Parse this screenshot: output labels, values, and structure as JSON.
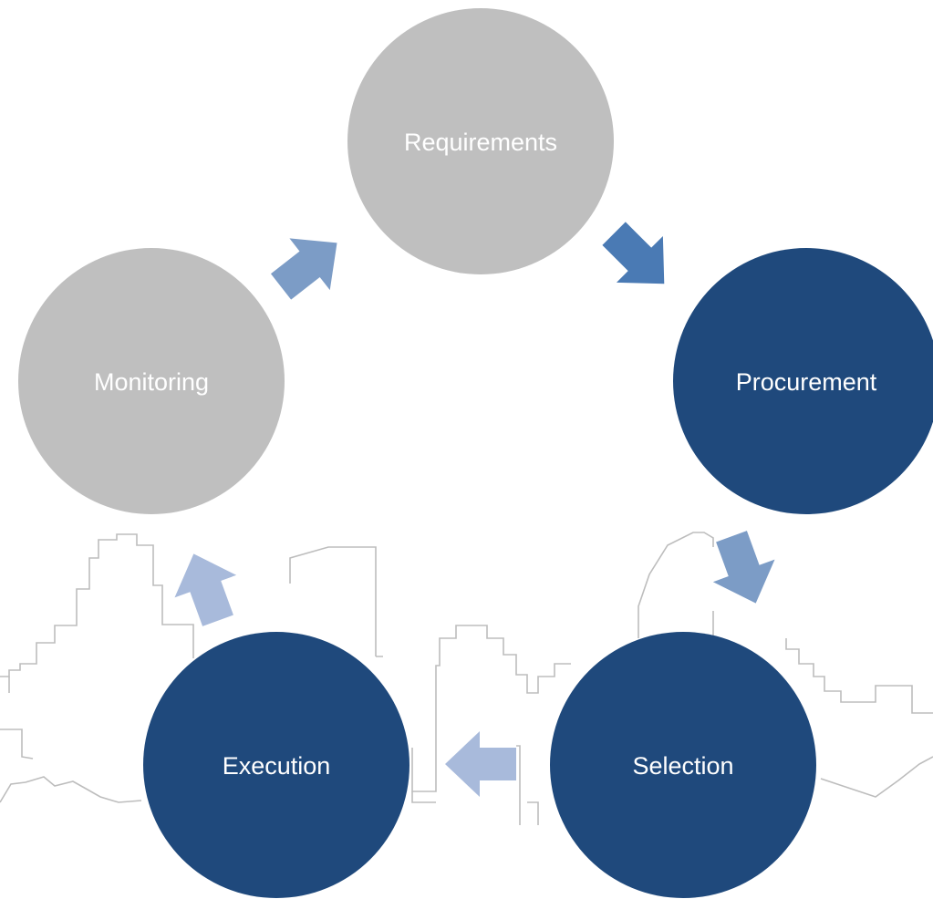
{
  "cycle": {
    "steps": [
      {
        "label": "Requirements",
        "style": "light"
      },
      {
        "label": "Procurement",
        "style": "dark"
      },
      {
        "label": "Selection",
        "style": "dark"
      },
      {
        "label": "Execution",
        "style": "dark"
      },
      {
        "label": "Monitoring",
        "style": "light"
      }
    ],
    "arrows": [
      {
        "from": "Requirements",
        "to": "Procurement",
        "color": "#4a7ab4"
      },
      {
        "from": "Procurement",
        "to": "Selection",
        "color": "#7c9cc6"
      },
      {
        "from": "Selection",
        "to": "Execution",
        "color": "#a8badb"
      },
      {
        "from": "Execution",
        "to": "Monitoring",
        "color": "#a8badb"
      },
      {
        "from": "Monitoring",
        "to": "Requirements",
        "color": "#7c9cc6"
      }
    ]
  },
  "colors": {
    "light_node": "#bfbfbf",
    "dark_node": "#1f497c",
    "node_text": "#ffffff",
    "skyline": "#bdbdbd",
    "background": "#ffffff"
  },
  "background_decoration": "city-skyline-outline"
}
